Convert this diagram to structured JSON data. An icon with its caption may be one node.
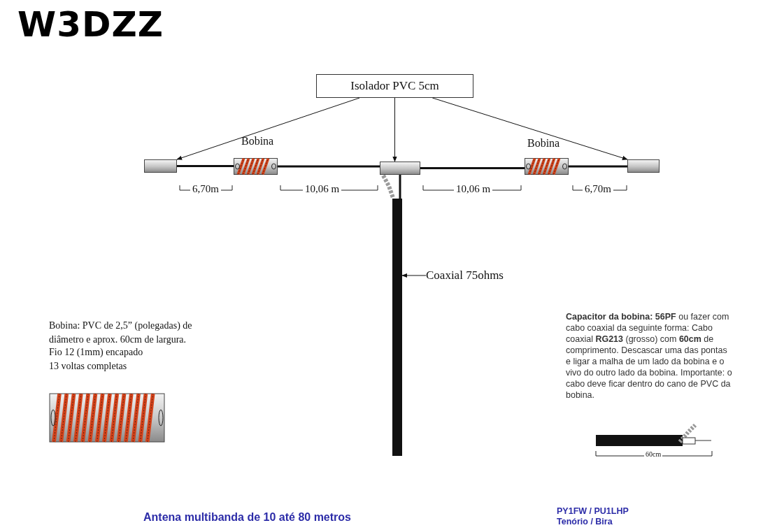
{
  "diagram": {
    "title": "W3DZZ",
    "caption": "Antena multibanda de 10 até 80 metros",
    "nodes": [
      {
        "text": [
          "Isolador PVC 5cm"
        ]
      },
      {
        "text": [],
        "shape": "box"
      },
      {
        "text": [],
        "shape": "picture"
      },
      {
        "text": [],
        "shape": "box"
      },
      {
        "text": [],
        "shape": "picture"
      },
      {
        "text": [],
        "shape": "box"
      },
      {
        "text": [
          "Coaxial 75ohms"
        ]
      },
      {
        "text": [],
        "shape": "bar"
      }
    ],
    "edges": [
      {
        "from": 0,
        "to": 1,
        "arrow": "to"
      },
      {
        "from": 0,
        "to": 3,
        "arrow": "to"
      },
      {
        "from": 0,
        "to": 5,
        "arrow": "to"
      },
      {
        "from": 6,
        "to": 7,
        "arrow": "to"
      },
      {
        "from": 1,
        "to": 2,
        "arrow": "none"
      },
      {
        "from": 2,
        "to": 3,
        "arrow": "none"
      },
      {
        "from": 3,
        "to": 4,
        "arrow": "none"
      },
      {
        "from": 4,
        "to": 5,
        "arrow": "none"
      },
      {
        "from": 3,
        "to": 7,
        "arrow": "none"
      }
    ],
    "labels": [
      "Bobina",
      "Bobina",
      "6,70m",
      "10,06 m",
      "10,06 m",
      "6,70m",
      "Bobina: PVC de 2,5” (polegadas) de diâmetro e aprox. 60cm de largura.",
      "Fio 12 (1mm) encapado",
      "13 voltas completas",
      "**Capacitor da bobina:** **56PF** ou fazer com cabo coaxial da seguinte forma: Cabo coaxial **RG213** (grosso) com **60cm** de comprimento. Descascar uma das pontas e ligar a malha de um lado da bobina e o vivo do outro lado da bobina. Importante: o cabo deve ficar dentro do cano de PVC da bobina.",
      "60cm",
      "PY1FW / PU1LHP",
      "Tenório / Bira"
    ]
  }
}
